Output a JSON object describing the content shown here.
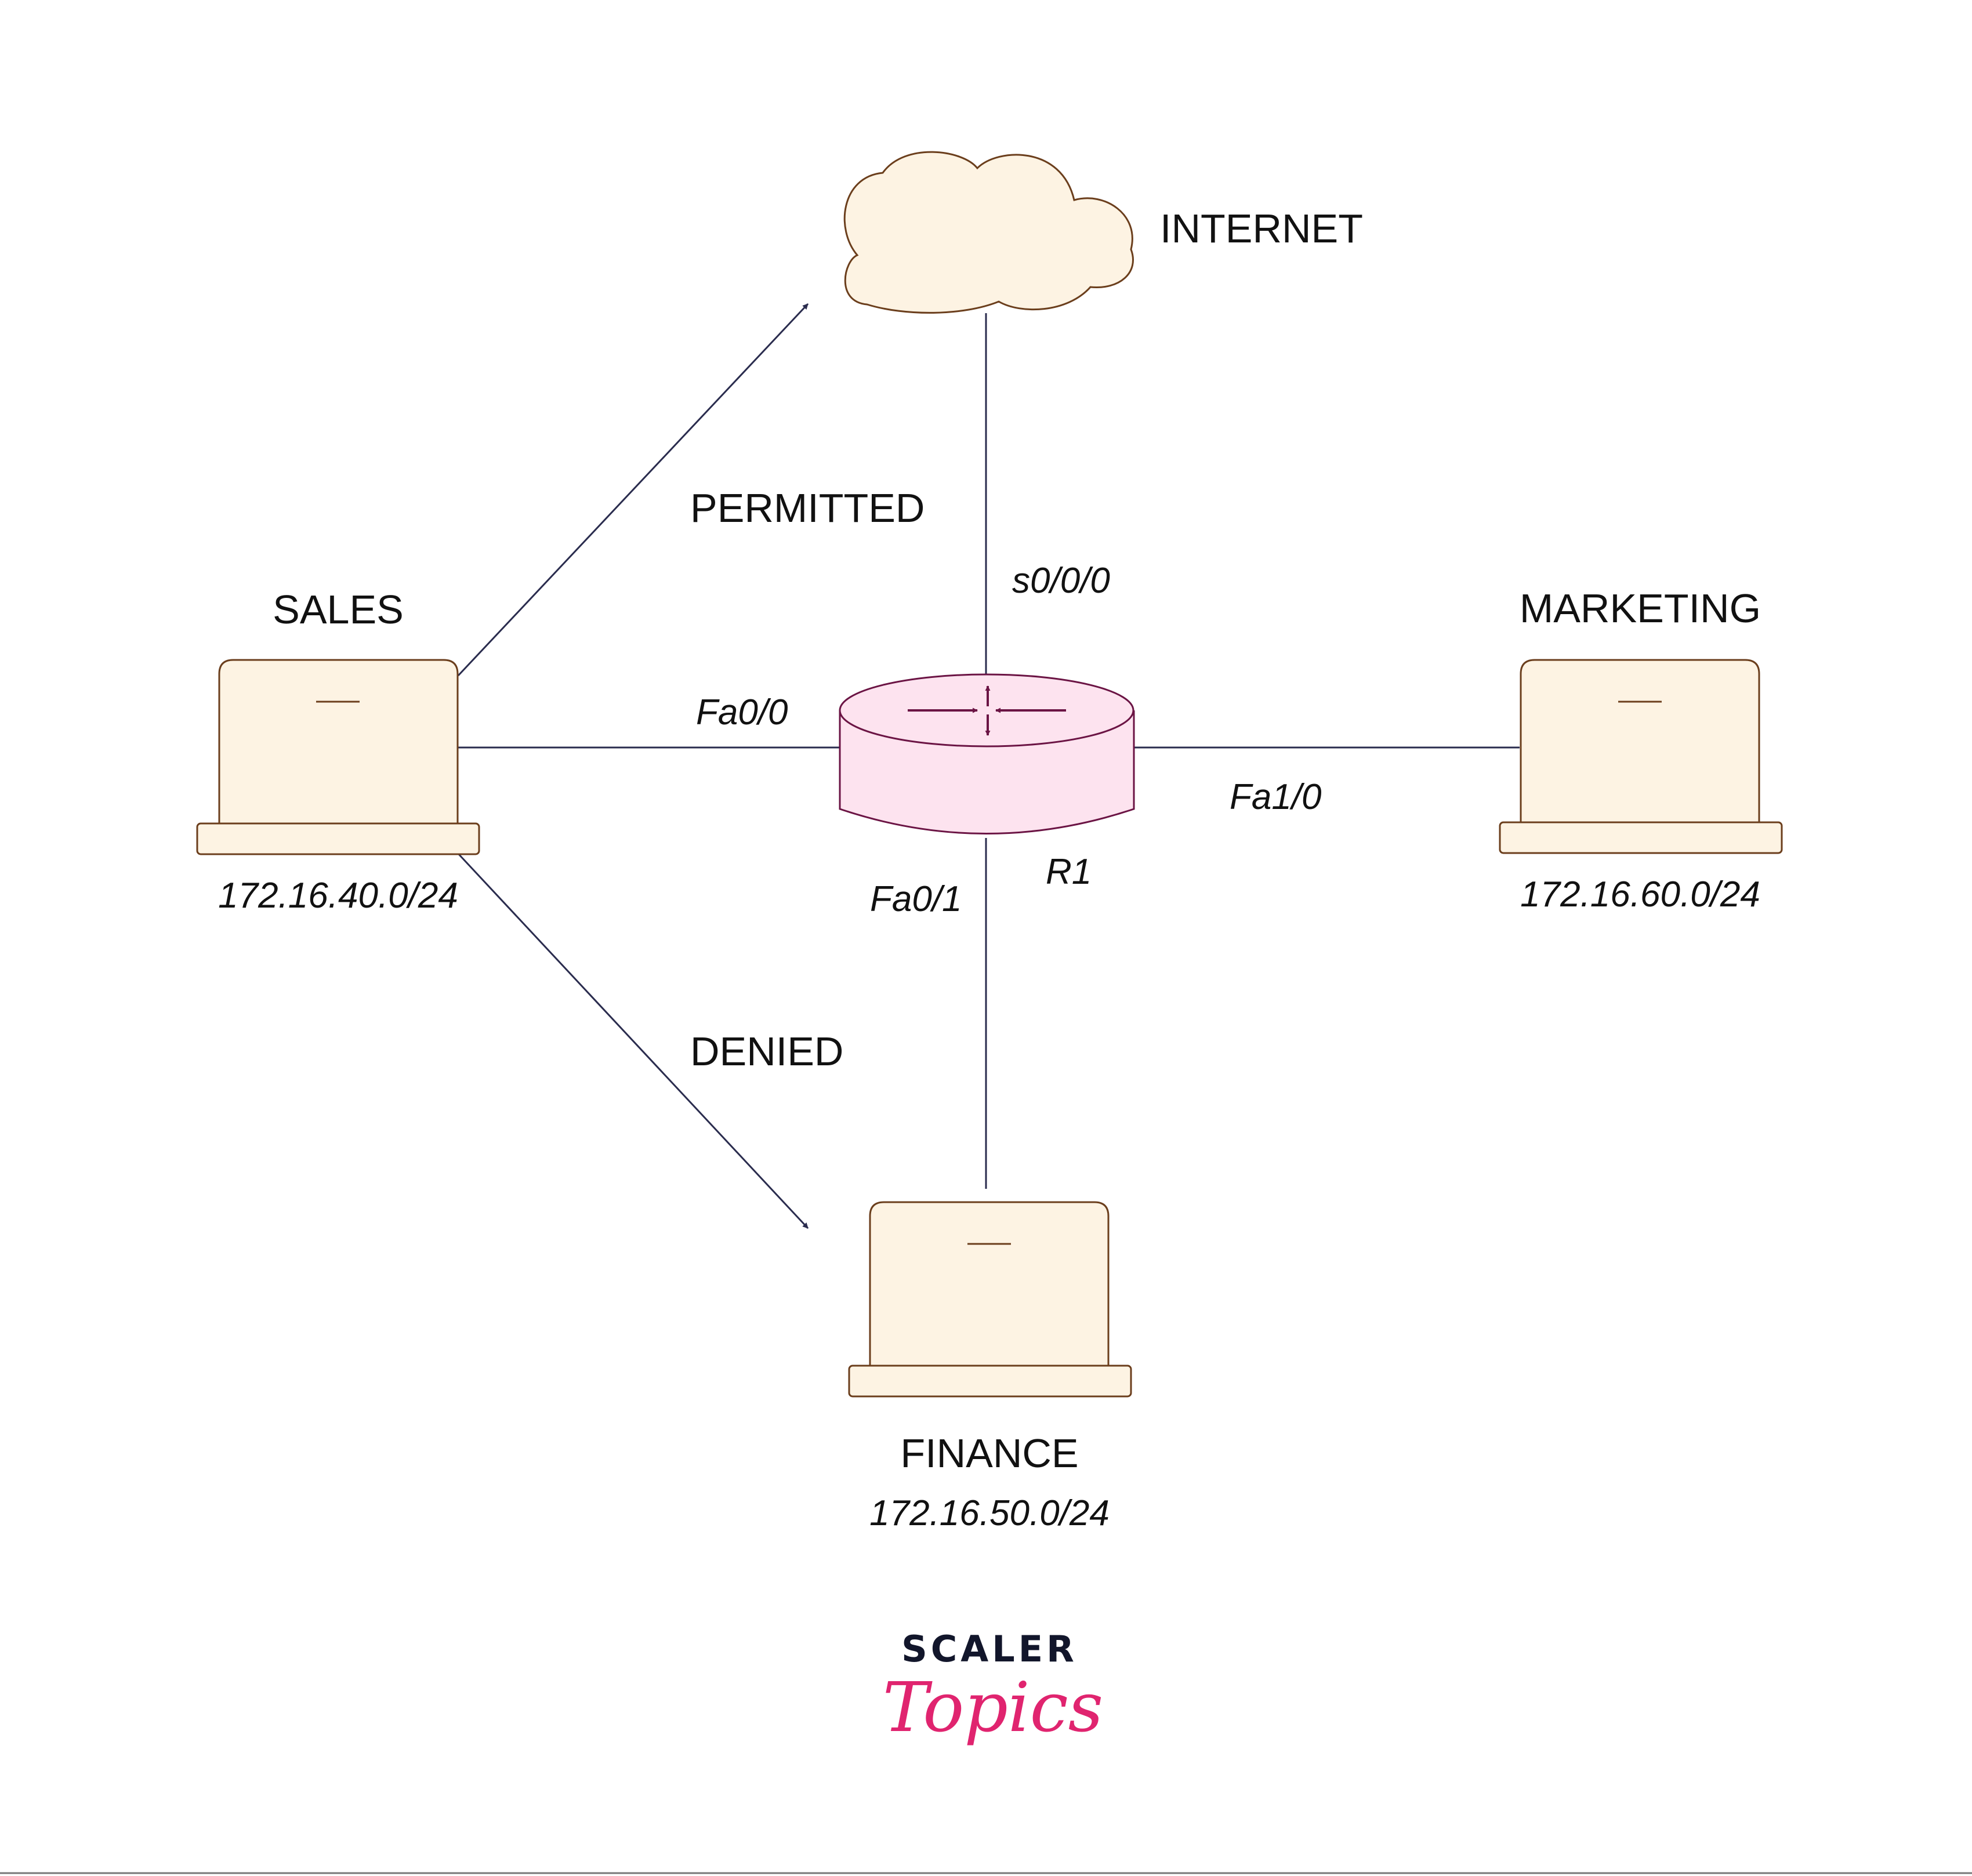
{
  "nodes": {
    "internet": {
      "label": "INTERNET"
    },
    "router": {
      "label": "R1"
    },
    "sales": {
      "label": "SALES",
      "subnet": "172.16.40.0/24"
    },
    "marketing": {
      "label": "MARKETING",
      "subnet": "172.16.60.0/24"
    },
    "finance": {
      "label": "FINANCE",
      "subnet": "172.16.50.0/24"
    }
  },
  "interfaces": {
    "serial": "s0/0/0",
    "fa0_0": "Fa0/0",
    "fa0_1": "Fa0/1",
    "fa1_0": "Fa1/0"
  },
  "flows": {
    "permitted": "PERMITTED",
    "denied": "DENIED"
  },
  "brand": {
    "top": "SCALER",
    "bottom": "Topics"
  },
  "colors": {
    "device_fill": "#fdf3e3",
    "device_stroke": "#6b3e1c",
    "router_fill": "#fde3ef",
    "router_stroke": "#6b1444",
    "link": "#2a2c4e",
    "brand_dark": "#12162b",
    "brand_accent": "#e0246f"
  }
}
